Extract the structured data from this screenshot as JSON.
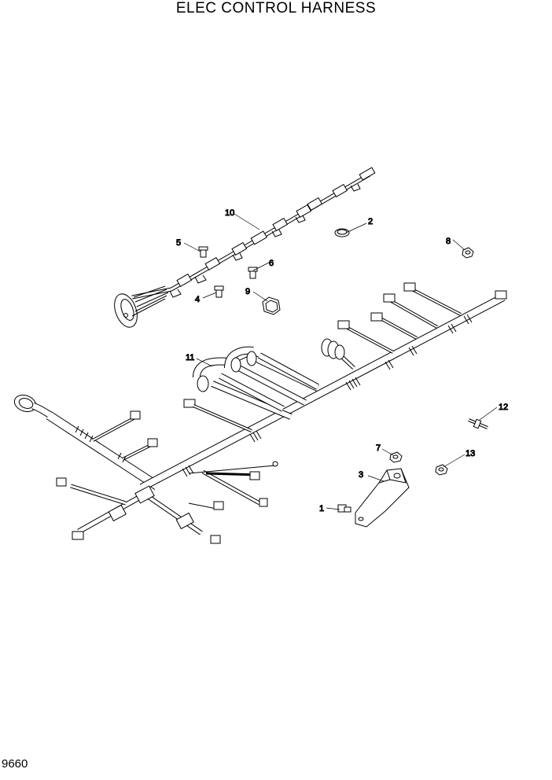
{
  "title": "ELEC CONTROL HARNESS",
  "page_number": "9660",
  "callouts": [
    "1",
    "2",
    "3",
    "4",
    "5",
    "6",
    "7",
    "8",
    "9",
    "10",
    "11",
    "12",
    "13"
  ]
}
